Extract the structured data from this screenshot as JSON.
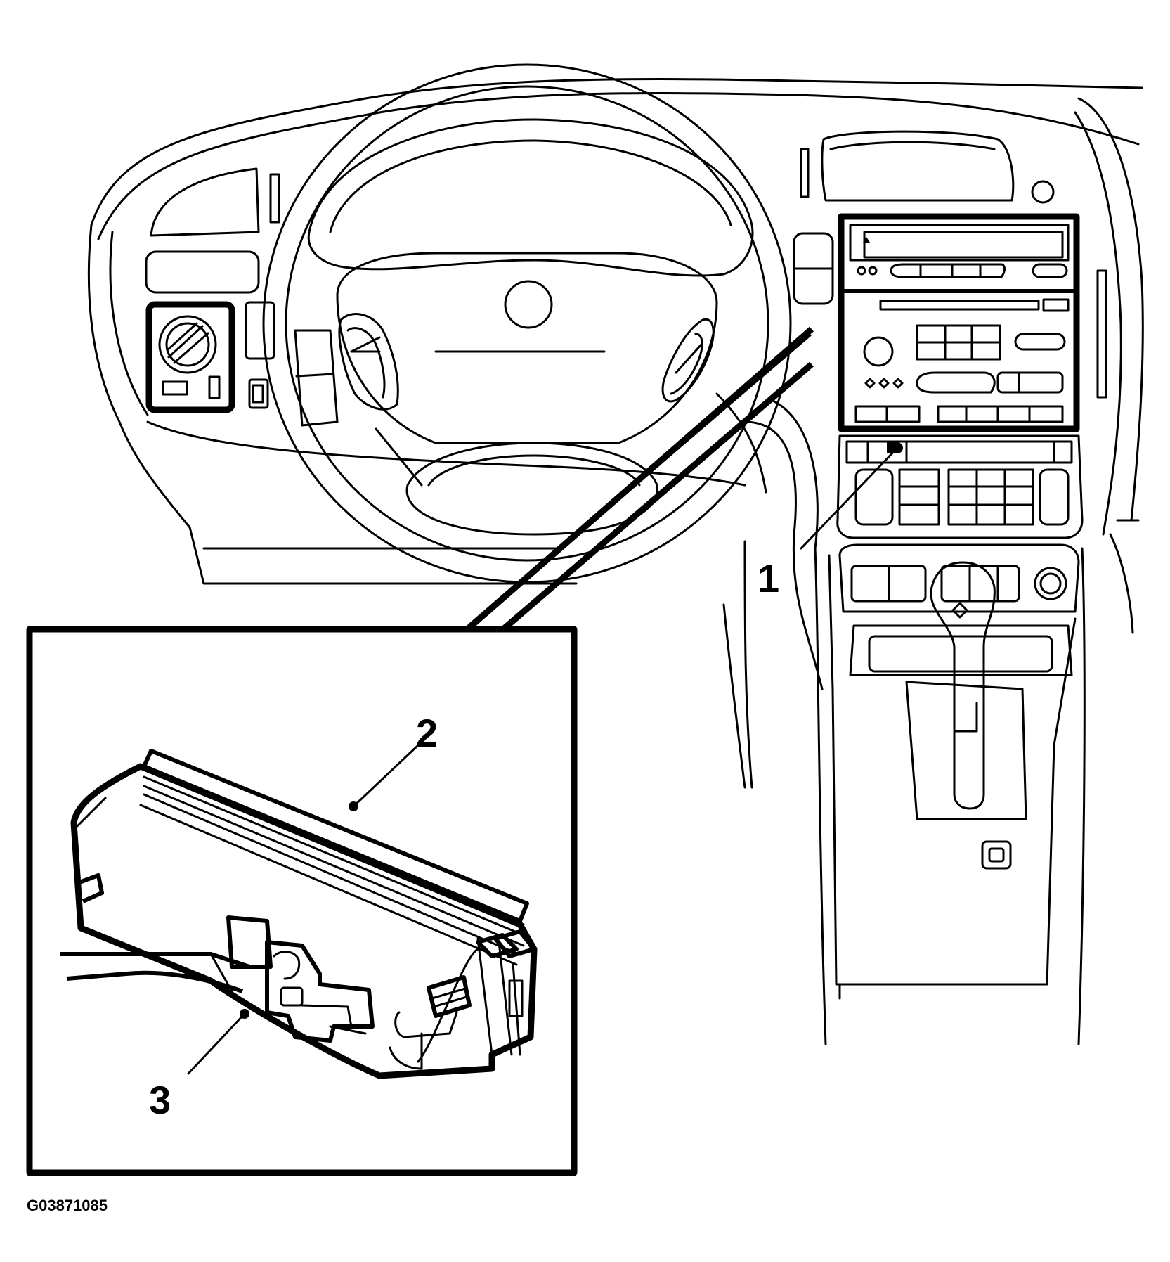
{
  "figure_id": "G03871085",
  "callouts": [
    {
      "id": "1",
      "label": "1"
    },
    {
      "id": "2",
      "label": "2"
    },
    {
      "id": "3",
      "label": "3"
    }
  ],
  "colors": {
    "line": "#000000",
    "background": "#ffffff"
  }
}
